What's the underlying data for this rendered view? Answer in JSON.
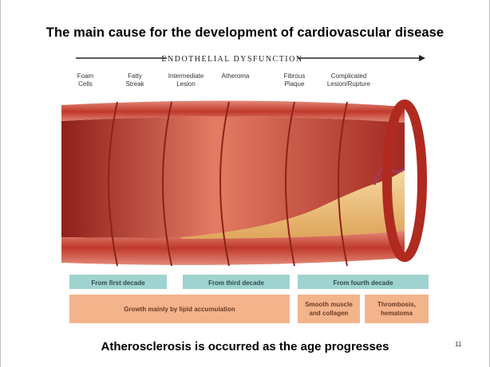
{
  "slide": {
    "title": "The main cause for the development of cardiovascular disease",
    "caption": "Atherosclerosis is occurred as the age progresses",
    "slide_number": "11"
  },
  "figure": {
    "header": "ENDOTHELIAL DYSFUNCTION",
    "stages": [
      {
        "label_lines": [
          "Foam",
          "Cells"
        ]
      },
      {
        "label_lines": [
          "Fatty",
          "Streak"
        ]
      },
      {
        "label_lines": [
          "Intermediate",
          "Lesion"
        ]
      },
      {
        "label_lines": [
          "Atheroma"
        ]
      },
      {
        "label_lines": [
          "Fibrous",
          "Plaque"
        ]
      },
      {
        "label_lines": [
          "Complicated",
          "Lesion/Rupture"
        ]
      }
    ],
    "onset_bands": [
      "From first decade",
      "From third decade",
      "From fourth decade"
    ],
    "growth_bands": [
      {
        "lines": [
          "Growth mainly by lipid accumulation"
        ]
      },
      {
        "lines": [
          "Smooth muscle",
          "and collagen"
        ]
      },
      {
        "lines": [
          "Thrombosis,",
          "hematoma"
        ]
      }
    ],
    "colors": {
      "vessel_outer": "#c9443a",
      "vessel_inner": "#e06a55",
      "lumen": "#d9533f",
      "plaque": "#efc878",
      "onset_band": "#9fd3cf",
      "growth_band": "#f3b48c"
    }
  }
}
